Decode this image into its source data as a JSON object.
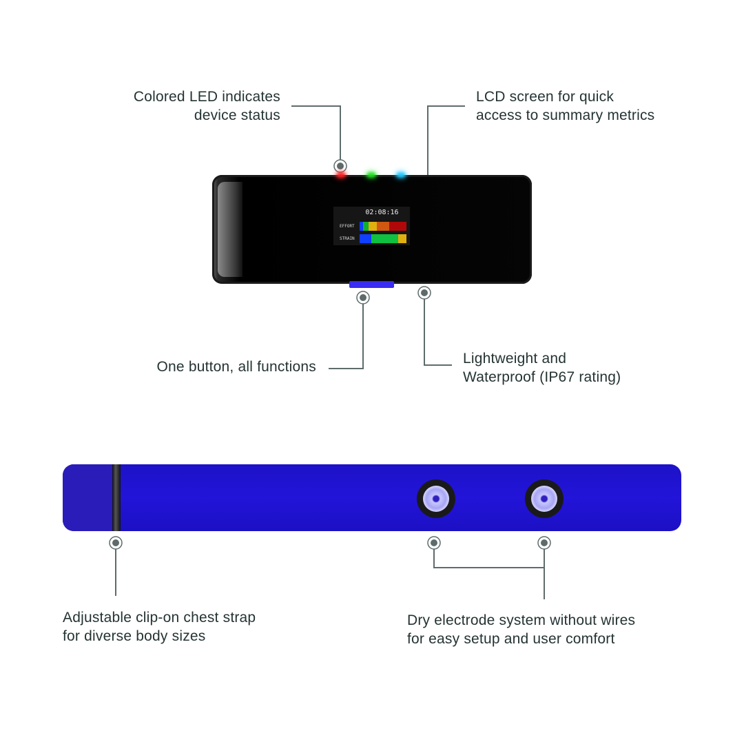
{
  "callouts": {
    "led": [
      "Colored LED indicates",
      "device status"
    ],
    "lcd": [
      "LCD screen for quick",
      "access to summary metrics"
    ],
    "button": [
      "One button, all functions"
    ],
    "waterproof": [
      "Lightweight and",
      "Waterproof (IP67 rating)"
    ],
    "strap": [
      "Adjustable clip-on chest strap",
      "for diverse body sizes"
    ],
    "electrode": [
      "Dry electrode system without wires",
      "for easy setup and user comfort"
    ]
  },
  "screen": {
    "time": "02:08:16",
    "effort_label": "EFFORT",
    "strain_label": "STRAIN"
  },
  "colors": {
    "line": "#5e6b6b",
    "strap": "#2214d8",
    "led_red": "#ff2020",
    "led_green": "#20e020",
    "led_cyan": "#20c8ff"
  }
}
